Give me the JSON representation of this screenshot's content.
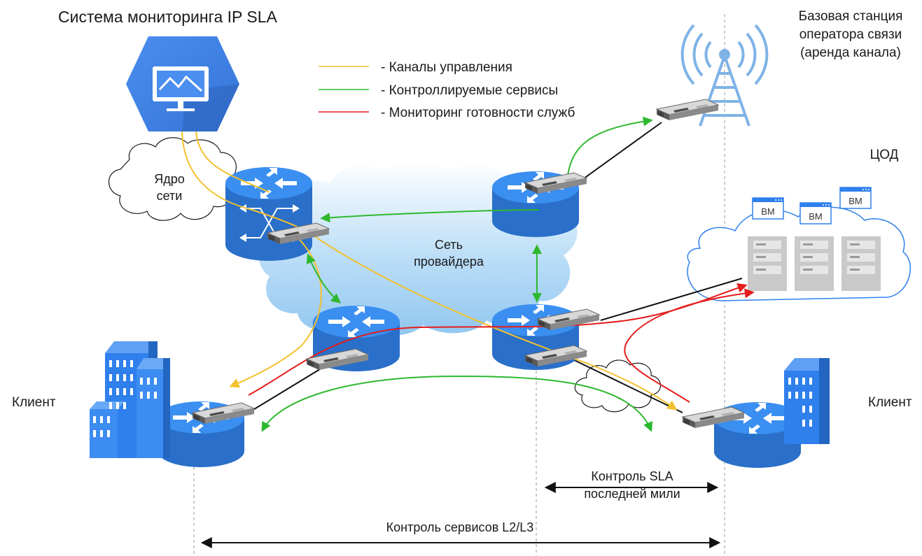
{
  "title": "Система мониторинга IP SLA",
  "legend": {
    "items": [
      {
        "label": "- Каналы управления",
        "color": "#f2c12e"
      },
      {
        "label": "- Контроллируемые сервисы",
        "color": "#2eb82e"
      },
      {
        "label": "- Мониторинг готовности служб",
        "color": "#e51c1c"
      }
    ]
  },
  "labels": {
    "base_station": [
      "Базовая станция",
      "оператора связи",
      "(аренда канала)"
    ],
    "dc": "ЦОД",
    "core": [
      "Ядро",
      "сети"
    ],
    "provider": [
      "Сеть",
      "провайдера"
    ],
    "client_left": "Клиент",
    "client_right": "Клиент",
    "last_mile": [
      "Контроль SLA",
      "последней мили"
    ],
    "services": "Контроль сервисов L2/L3"
  },
  "vm_labels": [
    "ВМ",
    "ВМ",
    "ВМ"
  ],
  "colors": {
    "router": "#2b7de0",
    "router_top": "#3a8ff0",
    "cloud_blue": "#9fd0f5",
    "monitor": "#4a8ef0",
    "building": "#2f80ed",
    "tower": "#7fb3e6",
    "server": "#c8c8c8"
  },
  "icons": [
    "monitor-icon",
    "router-icon",
    "sfp-module-icon",
    "cloud-icon",
    "tower-icon",
    "building-icon",
    "server-icon",
    "vm-icon"
  ]
}
